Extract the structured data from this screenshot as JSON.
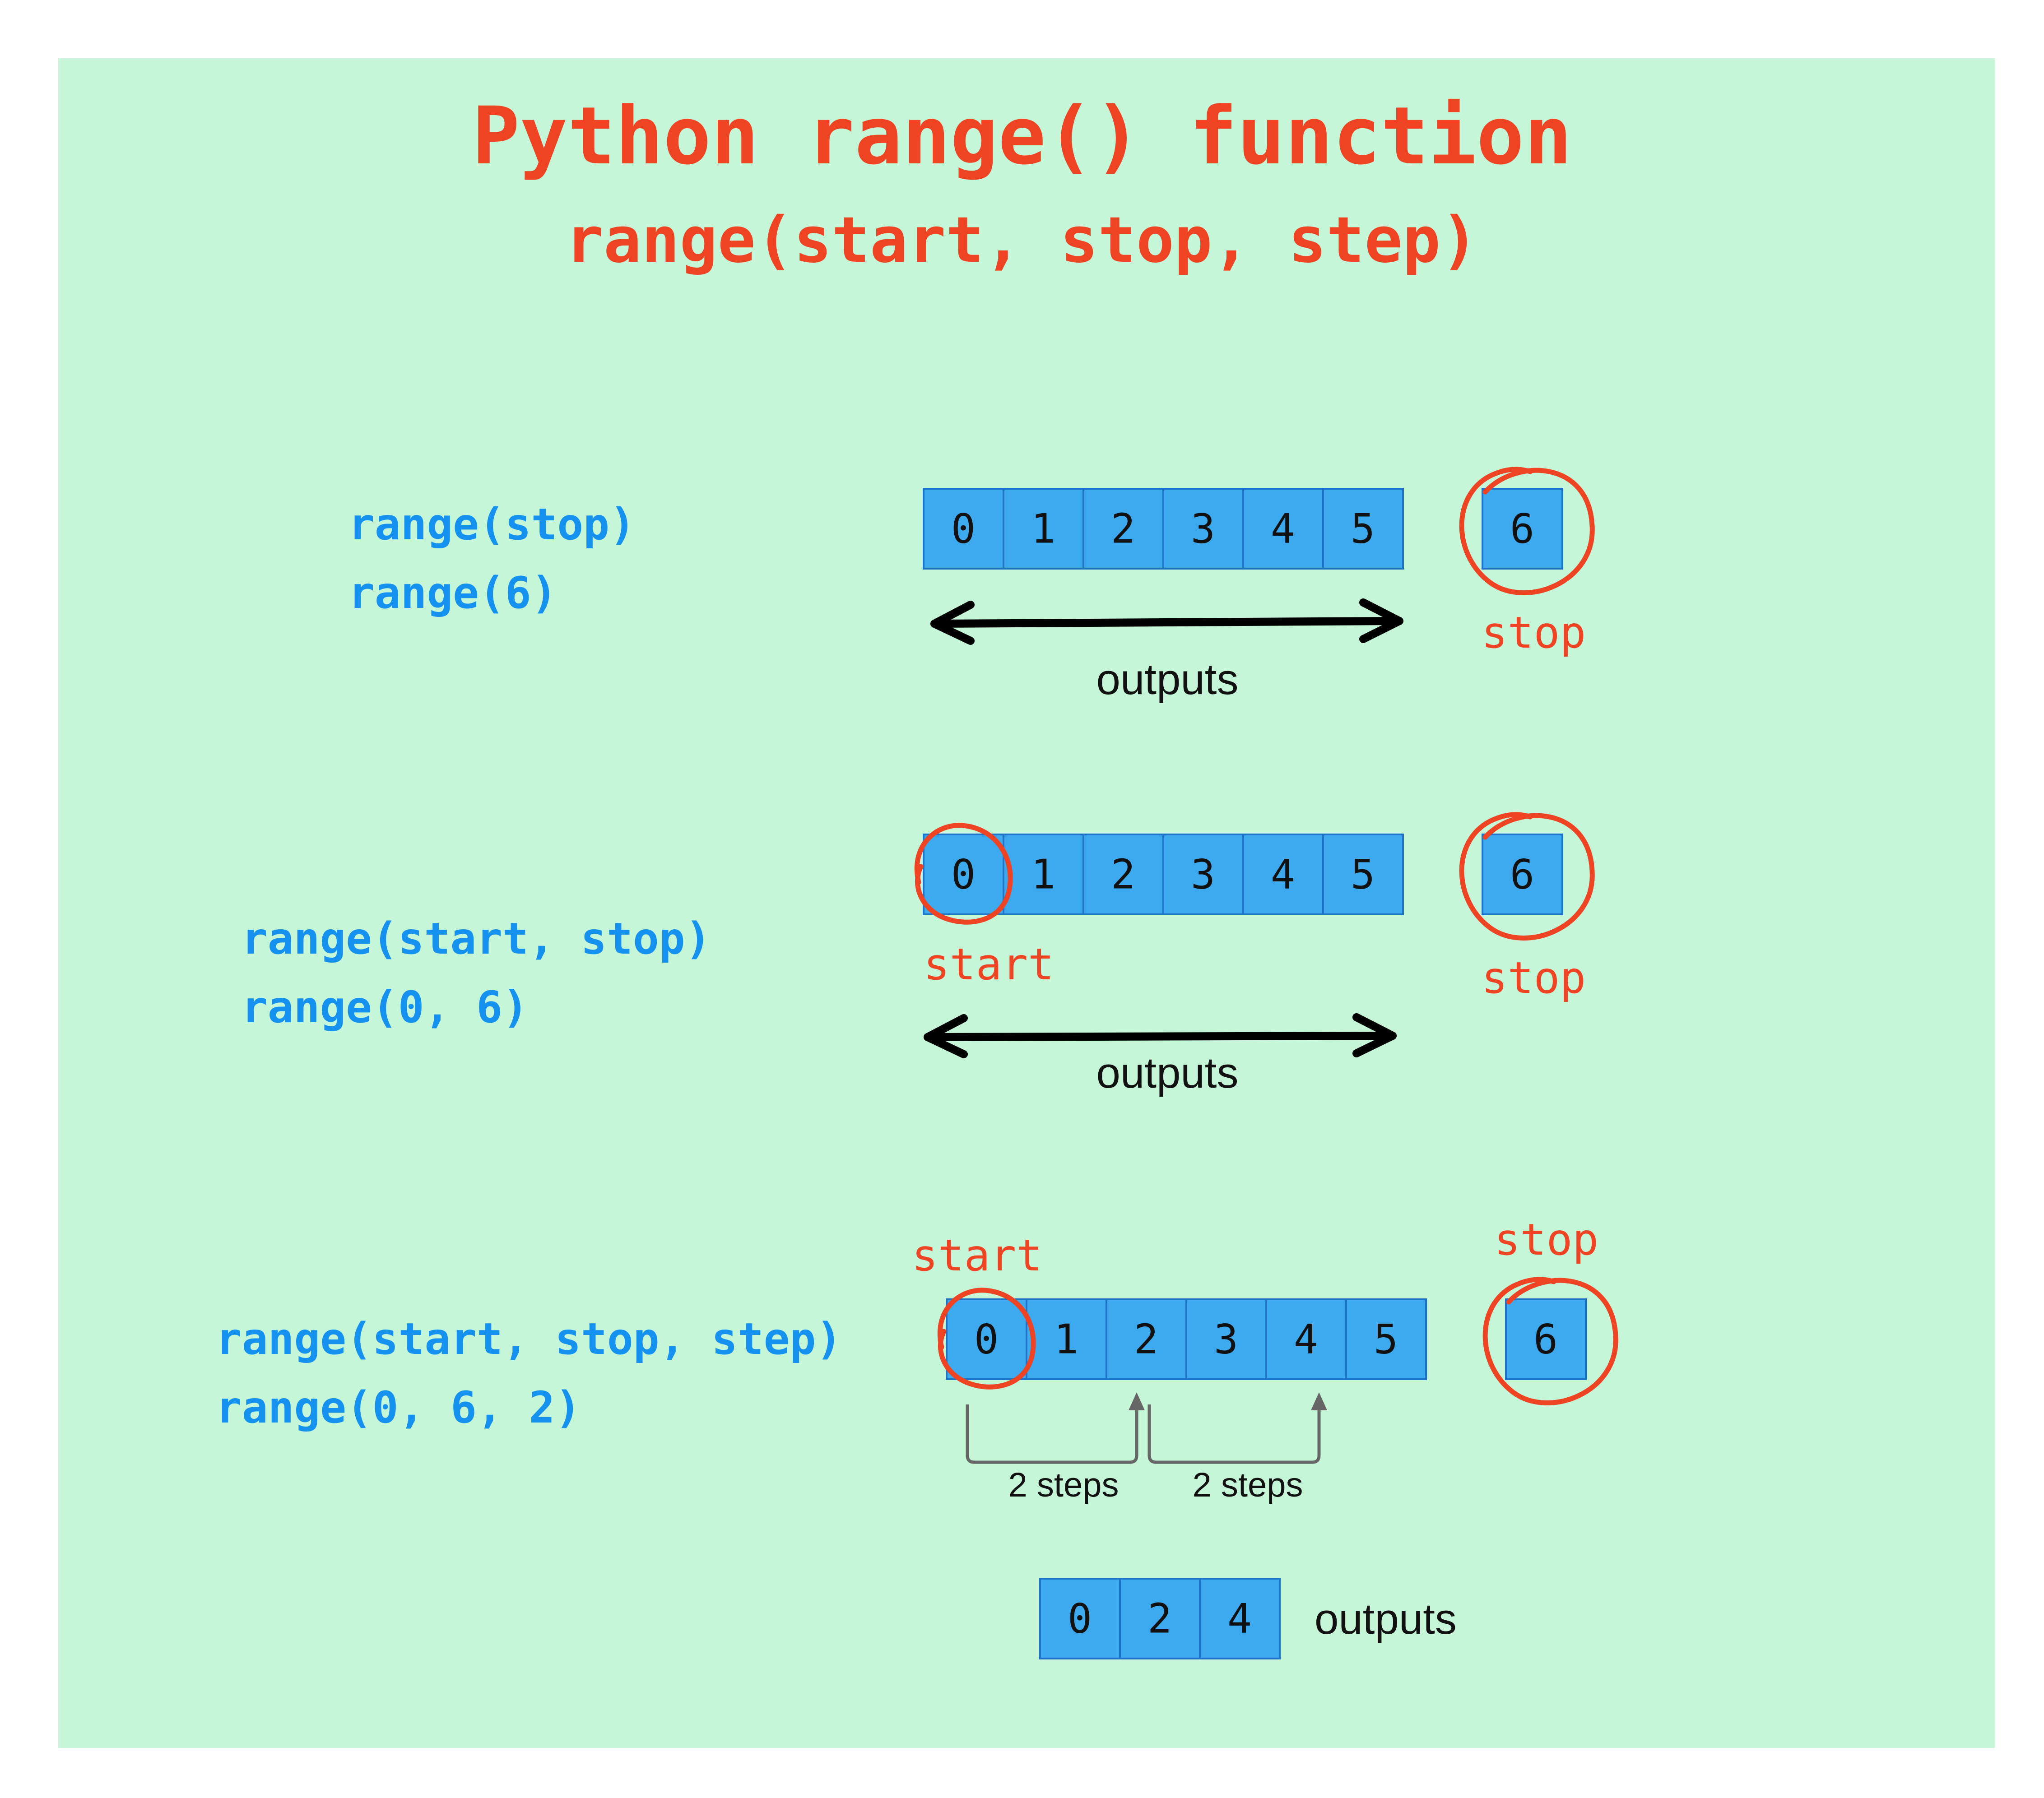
{
  "title": "Python range() function",
  "subtitle": "range(start, stop, step)",
  "examples": [
    {
      "signature": "range(stop)",
      "call": "range(6)",
      "cells": [
        "0",
        "1",
        "2",
        "3",
        "4",
        "5"
      ],
      "stop_cell": "6",
      "stop_label": "stop",
      "outputs_label": "outputs"
    },
    {
      "signature": "range(start, stop)",
      "call": "range(0, 6)",
      "cells": [
        "0",
        "1",
        "2",
        "3",
        "4",
        "5"
      ],
      "stop_cell": "6",
      "start_label": "start",
      "stop_label": "stop",
      "outputs_label": "outputs"
    },
    {
      "signature": "range(start, stop, step)",
      "call": "range(0, 6, 2)",
      "cells": [
        "0",
        "1",
        "2",
        "3",
        "4",
        "5"
      ],
      "stop_cell": "6",
      "start_label": "start",
      "stop_label": "stop",
      "step_labels": [
        "2 steps",
        "2 steps"
      ],
      "output_cells": [
        "0",
        "2",
        "4"
      ],
      "outputs_label": "outputs"
    }
  ],
  "colors": {
    "background": "#c6f6d8",
    "heading": "#ef4423",
    "code": "#1592f0",
    "cell_fill": "#3da9ee",
    "annotation": "#ef4423"
  }
}
